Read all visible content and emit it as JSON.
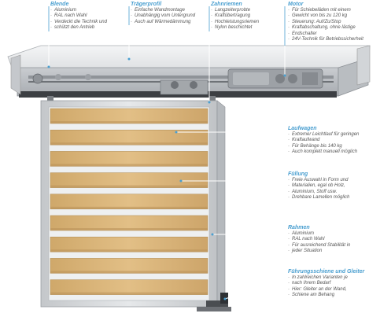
{
  "colors": {
    "accent": "#4a9fd0",
    "wood": "#dcb77f",
    "frame": "#d6d8da",
    "housing": "#dfe1e3"
  },
  "callouts": [
    {
      "id": "blende",
      "title": "Blende",
      "items": [
        "Aluminium",
        "RAL nach Wahl",
        "Verdeckt die Technik und",
        "schützt den Antrieb"
      ]
    },
    {
      "id": "traegerprofil",
      "title": "Trägerprofil",
      "items": [
        "Einfache Wandmontage",
        "Unabhängig vom Untergrund",
        "Auch auf Wärmedämmung"
      ]
    },
    {
      "id": "zahnriemen",
      "title": "Zahnriemen",
      "items": [
        "Langzeiterprobte",
        "Kraftübertragung",
        "Hochleistungsriemen",
        "Nylon beschichtet"
      ]
    },
    {
      "id": "motor",
      "title": "Motor",
      "items": [
        "Für Schiebeläden mit einem",
        "Gewicht von bis zu 120 kg",
        "Steuerung: Auf/Zu/Stop",
        "Kraftabschaltung, ohne lästige",
        "Endschalter",
        "24V-Technik für Betriebssicherheit"
      ]
    },
    {
      "id": "laufwagen",
      "title": "Laufwagen",
      "items": [
        "Extremer Leichtlauf für geringen",
        "Kraftaufwand",
        "Für Behänge bis 140 kg",
        "Auch komplett manuell möglich"
      ]
    },
    {
      "id": "fuellung",
      "title": "Füllung",
      "items": [
        "Freie Auswahl in Form und",
        "Materialien, egal ob Holz,",
        "Aluminium, Stoff usw.",
        "Drehbare Lamellen möglich"
      ]
    },
    {
      "id": "rahmen",
      "title": "Rahmen",
      "items": [
        "Aluminium",
        "RAL nach Wahl",
        "Für ausreichend Stabilität in",
        "jeder Situation"
      ]
    },
    {
      "id": "fuehrung",
      "title": "Führungsschiene und Gleiter",
      "items": [
        "In zahlreichen Varianten je",
        "nach Ihrem Bedarf",
        "Hier: Gleiter an der Wand,",
        "Schiene am Behang"
      ]
    }
  ],
  "icons": [
    "motor-unit-icon",
    "trolley-icon",
    "belt-icon"
  ]
}
